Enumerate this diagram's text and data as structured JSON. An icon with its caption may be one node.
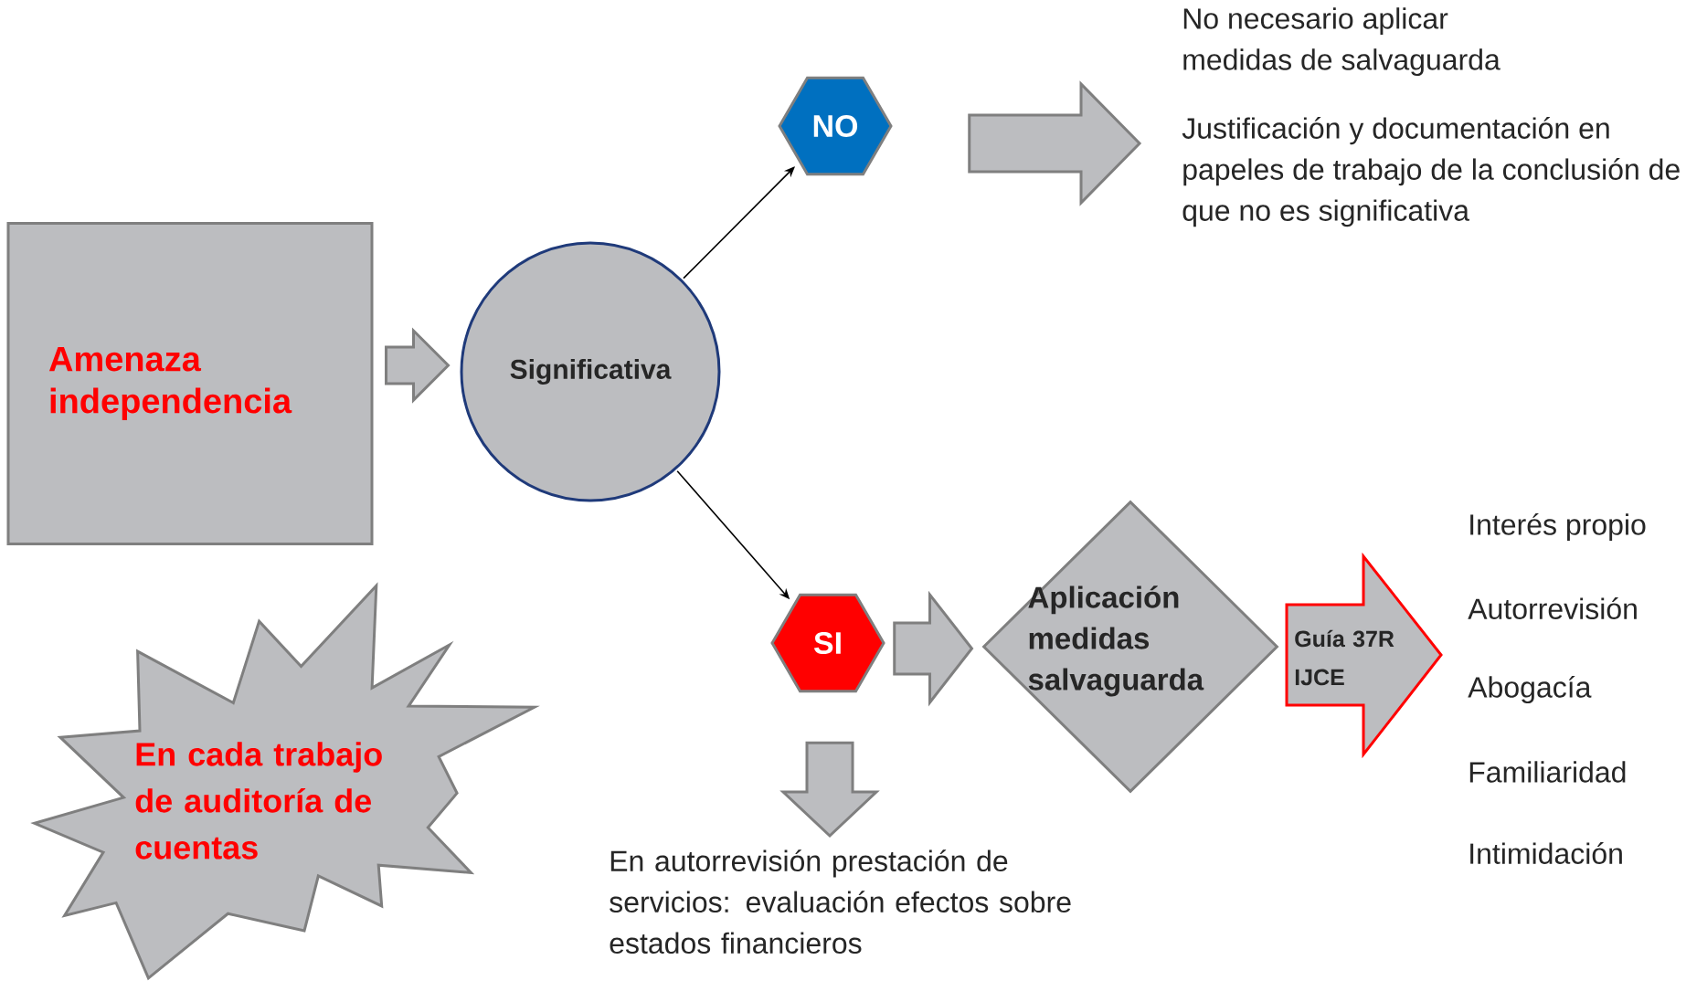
{
  "diagram": {
    "nodes": [
      {
        "text": [
          "Amenaza independencia"
        ]
      },
      {
        "text": [
          "Significativa"
        ]
      },
      {
        "text": [
          "NO"
        ]
      },
      {
        "text": [
          "SI"
        ]
      },
      {
        "text": [
          "No necesario aplicar medidas de salvaguarda",
          "Justificación y documentación en papeles de trabajo de la conclusión de que no es significativa"
        ]
      },
      {
        "text": [
          "Aplicación medidas salvaguarda"
        ]
      },
      {
        "text": [
          "Guía 37R IJCE"
        ]
      },
      {
        "text": [
          "En autorrevisión prestación de servicios: evaluación efectos sobre estados financieros"
        ]
      },
      {
        "text": [
          "En cada trabajo de auditoría de cuentas"
        ]
      }
    ],
    "edges": [
      {
        "from": 0,
        "to": 1,
        "arrow": "to",
        "style": "thick"
      },
      {
        "from": 1,
        "to": 2,
        "arrow": "to"
      },
      {
        "from": 1,
        "to": 3,
        "arrow": "to"
      },
      {
        "from": 2,
        "to": 4,
        "arrow": "to",
        "style": "thick"
      },
      {
        "from": 3,
        "to": 5,
        "arrow": "to",
        "style": "thick"
      },
      {
        "from": 3,
        "to": 7,
        "arrow": "to",
        "style": "thick"
      }
    ],
    "labels": [
      "Interés propio",
      "Autorrevisión",
      "Abogacía",
      "Familiaridad",
      "Intimidación"
    ]
  }
}
